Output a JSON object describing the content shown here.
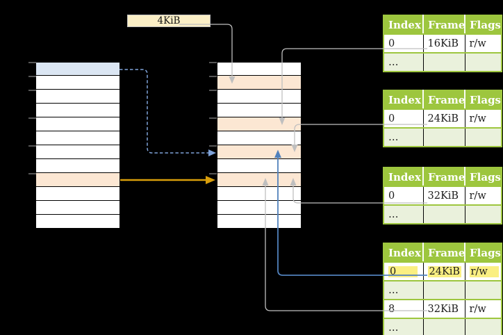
{
  "page_size_label": "4KiB",
  "memory_columns": {
    "left": [
      "blue",
      "white",
      "white",
      "white",
      "white",
      "white",
      "white",
      "white",
      "orange",
      "white",
      "white",
      "white"
    ],
    "middle": [
      "white",
      "orange",
      "white",
      "white",
      "orange",
      "white",
      "orange",
      "white",
      "orange",
      "white",
      "white",
      "white"
    ]
  },
  "tables": [
    {
      "headers": [
        "Index",
        "Frame",
        "Flags"
      ],
      "rows": [
        {
          "cells": [
            "0",
            "16KiB",
            "r/w"
          ],
          "shade": "white",
          "highlight": false
        },
        {
          "cells": [
            "…",
            "",
            ""
          ],
          "shade": "green",
          "highlight": false
        }
      ]
    },
    {
      "headers": [
        "Index",
        "Frame",
        "Flags"
      ],
      "rows": [
        {
          "cells": [
            "0",
            "24KiB",
            "r/w"
          ],
          "shade": "white",
          "highlight": false
        },
        {
          "cells": [
            "…",
            "",
            ""
          ],
          "shade": "green",
          "highlight": false
        }
      ]
    },
    {
      "headers": [
        "Index",
        "Frame",
        "Flags"
      ],
      "rows": [
        {
          "cells": [
            "0",
            "32KiB",
            "r/w"
          ],
          "shade": "white",
          "highlight": false
        },
        {
          "cells": [
            "…",
            "",
            ""
          ],
          "shade": "green",
          "highlight": false
        }
      ]
    },
    {
      "headers": [
        "Index",
        "Frame",
        "Flags"
      ],
      "rows": [
        {
          "cells": [
            "0",
            "24KiB",
            "r/w"
          ],
          "shade": "white",
          "highlight": true
        },
        {
          "cells": [
            "…",
            "",
            ""
          ],
          "shade": "green",
          "highlight": false
        },
        {
          "cells": [
            "8",
            "32KiB",
            "r/w"
          ],
          "shade": "white",
          "highlight": false
        },
        {
          "cells": [
            "…",
            "",
            ""
          ],
          "shade": "green",
          "highlight": false
        }
      ]
    }
  ],
  "colors": {
    "label_cream": "#FBEFC6",
    "cell_blue": "#DBE6F3",
    "cell_orange": "#FCE7D3",
    "header_green": "#9DC63E",
    "tbl_green": "#9DC63E",
    "row_green": "#EAF1DC",
    "highlight_yellow": "#FAEF82",
    "arrow_gray": "#BFBFBF",
    "arrow_blue": "#5181BC",
    "arrow_blue_dashed": "#7FA3D9",
    "arrow_orange": "#D99E0B",
    "tick_gray": "#848484"
  }
}
